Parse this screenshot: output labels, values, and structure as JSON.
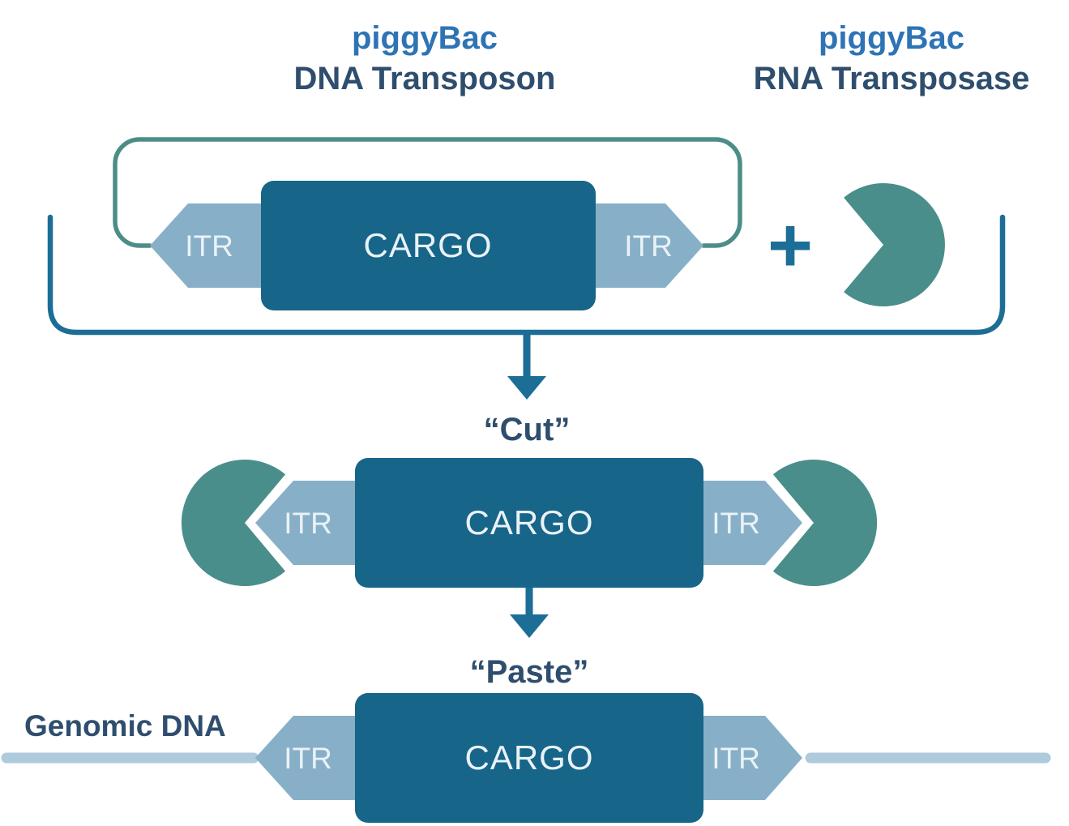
{
  "diagram": {
    "headings": {
      "dna_transposon": {
        "line1": "piggyBac",
        "line2": "DNA Transposon"
      },
      "rna_transposase": {
        "line1": "piggyBac",
        "line2": "RNA Transposase"
      }
    },
    "steps": {
      "cut": "“Cut”",
      "paste": "“Paste”"
    },
    "labels": {
      "itr": "ITR",
      "cargo": "CARGO",
      "genomic_dna": "Genomic DNA",
      "plus": "+"
    }
  },
  "colors": {
    "cargo_fill": "#176589",
    "itr_fill": "#87B0C8",
    "transposase_fill": "#4A8E8B",
    "loop_stroke": "#4C8D87",
    "connector": "#1C6E96",
    "heading_accent": "#2E74B5",
    "heading_dark": "#2F4E6E",
    "shape_text": "#EAF2F7",
    "genomic_line": "#AECBDB"
  }
}
